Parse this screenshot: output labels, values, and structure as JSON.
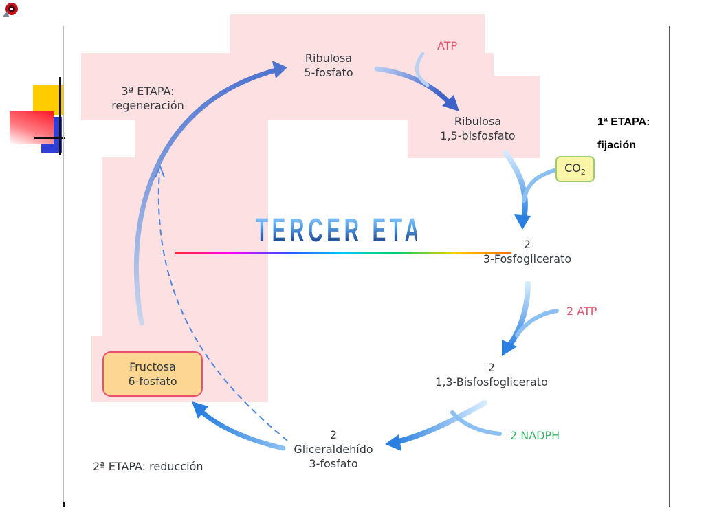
{
  "stages": {
    "regen_line1": "3ª ETAPA:",
    "regen_line2": "regeneración",
    "fix_line1": "1ª ETAPA:",
    "fix_line2": "fijación",
    "red": "2ª ETAPA: reducción"
  },
  "compounds": {
    "ribulose5p_1": "Ribulosa",
    "ribulose5p_2": "5-fosfato",
    "rubp_1": "Ribulosa",
    "rubp_2": "1,5-bisfosfato",
    "pga_1": "2",
    "pga_2": "3-Fosfoglicerato",
    "bpg_1": "2",
    "bpg_2": "1,3-Bisfosfoglicerato",
    "g3p_1": "2",
    "g3p_2": "Gliceraldehído",
    "g3p_3": "3-fosfato",
    "fru_1": "Fructosa",
    "fru_2": "6-fosfato"
  },
  "inputs": {
    "atp": "ATP",
    "co2": "CO",
    "co2_sub": "2",
    "atp2": "2 ATP",
    "nadph": "2 NADPH"
  },
  "title": "TERCER ETAPA"
}
